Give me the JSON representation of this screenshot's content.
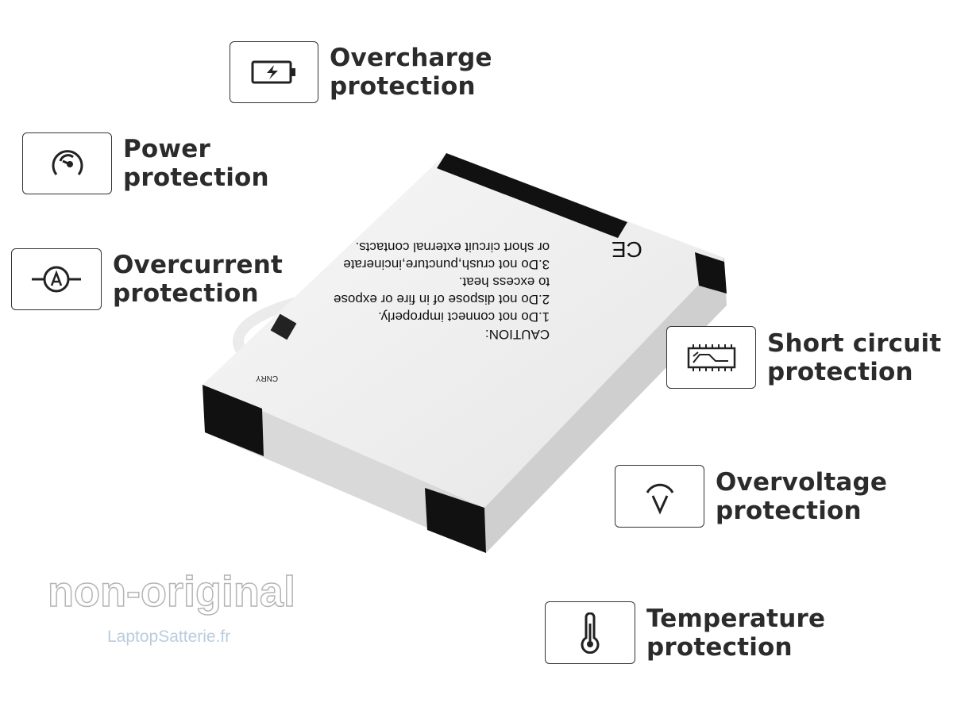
{
  "features": [
    {
      "icon": "battery-charge-icon",
      "line1": "Overcharge",
      "line2": "protection"
    },
    {
      "icon": "gauge-icon",
      "line1": "Power",
      "line2": "protection"
    },
    {
      "icon": "ammeter-icon",
      "line1": "Overcurrent",
      "line2": "protection"
    },
    {
      "icon": "circuit-board-icon",
      "line1": "Short circuit",
      "line2": "protection"
    },
    {
      "icon": "voltage-icon",
      "line1": "Overvoltage",
      "line2": "protection"
    },
    {
      "icon": "thermometer-icon",
      "line1": "Temperature",
      "line2": "protection"
    }
  ],
  "battery": {
    "caution": [
      "CAUTION:",
      "1.Do not connect improperly.",
      "2.Do not dispose of in fire or expose",
      "to excess heat.",
      "3.Do not crush,puncture,incinerate",
      "or short circuit external contacts."
    ],
    "cnry": "CNRY"
  },
  "watermark": {
    "main": "non-original",
    "site": "LaptopSatterie.fr"
  }
}
